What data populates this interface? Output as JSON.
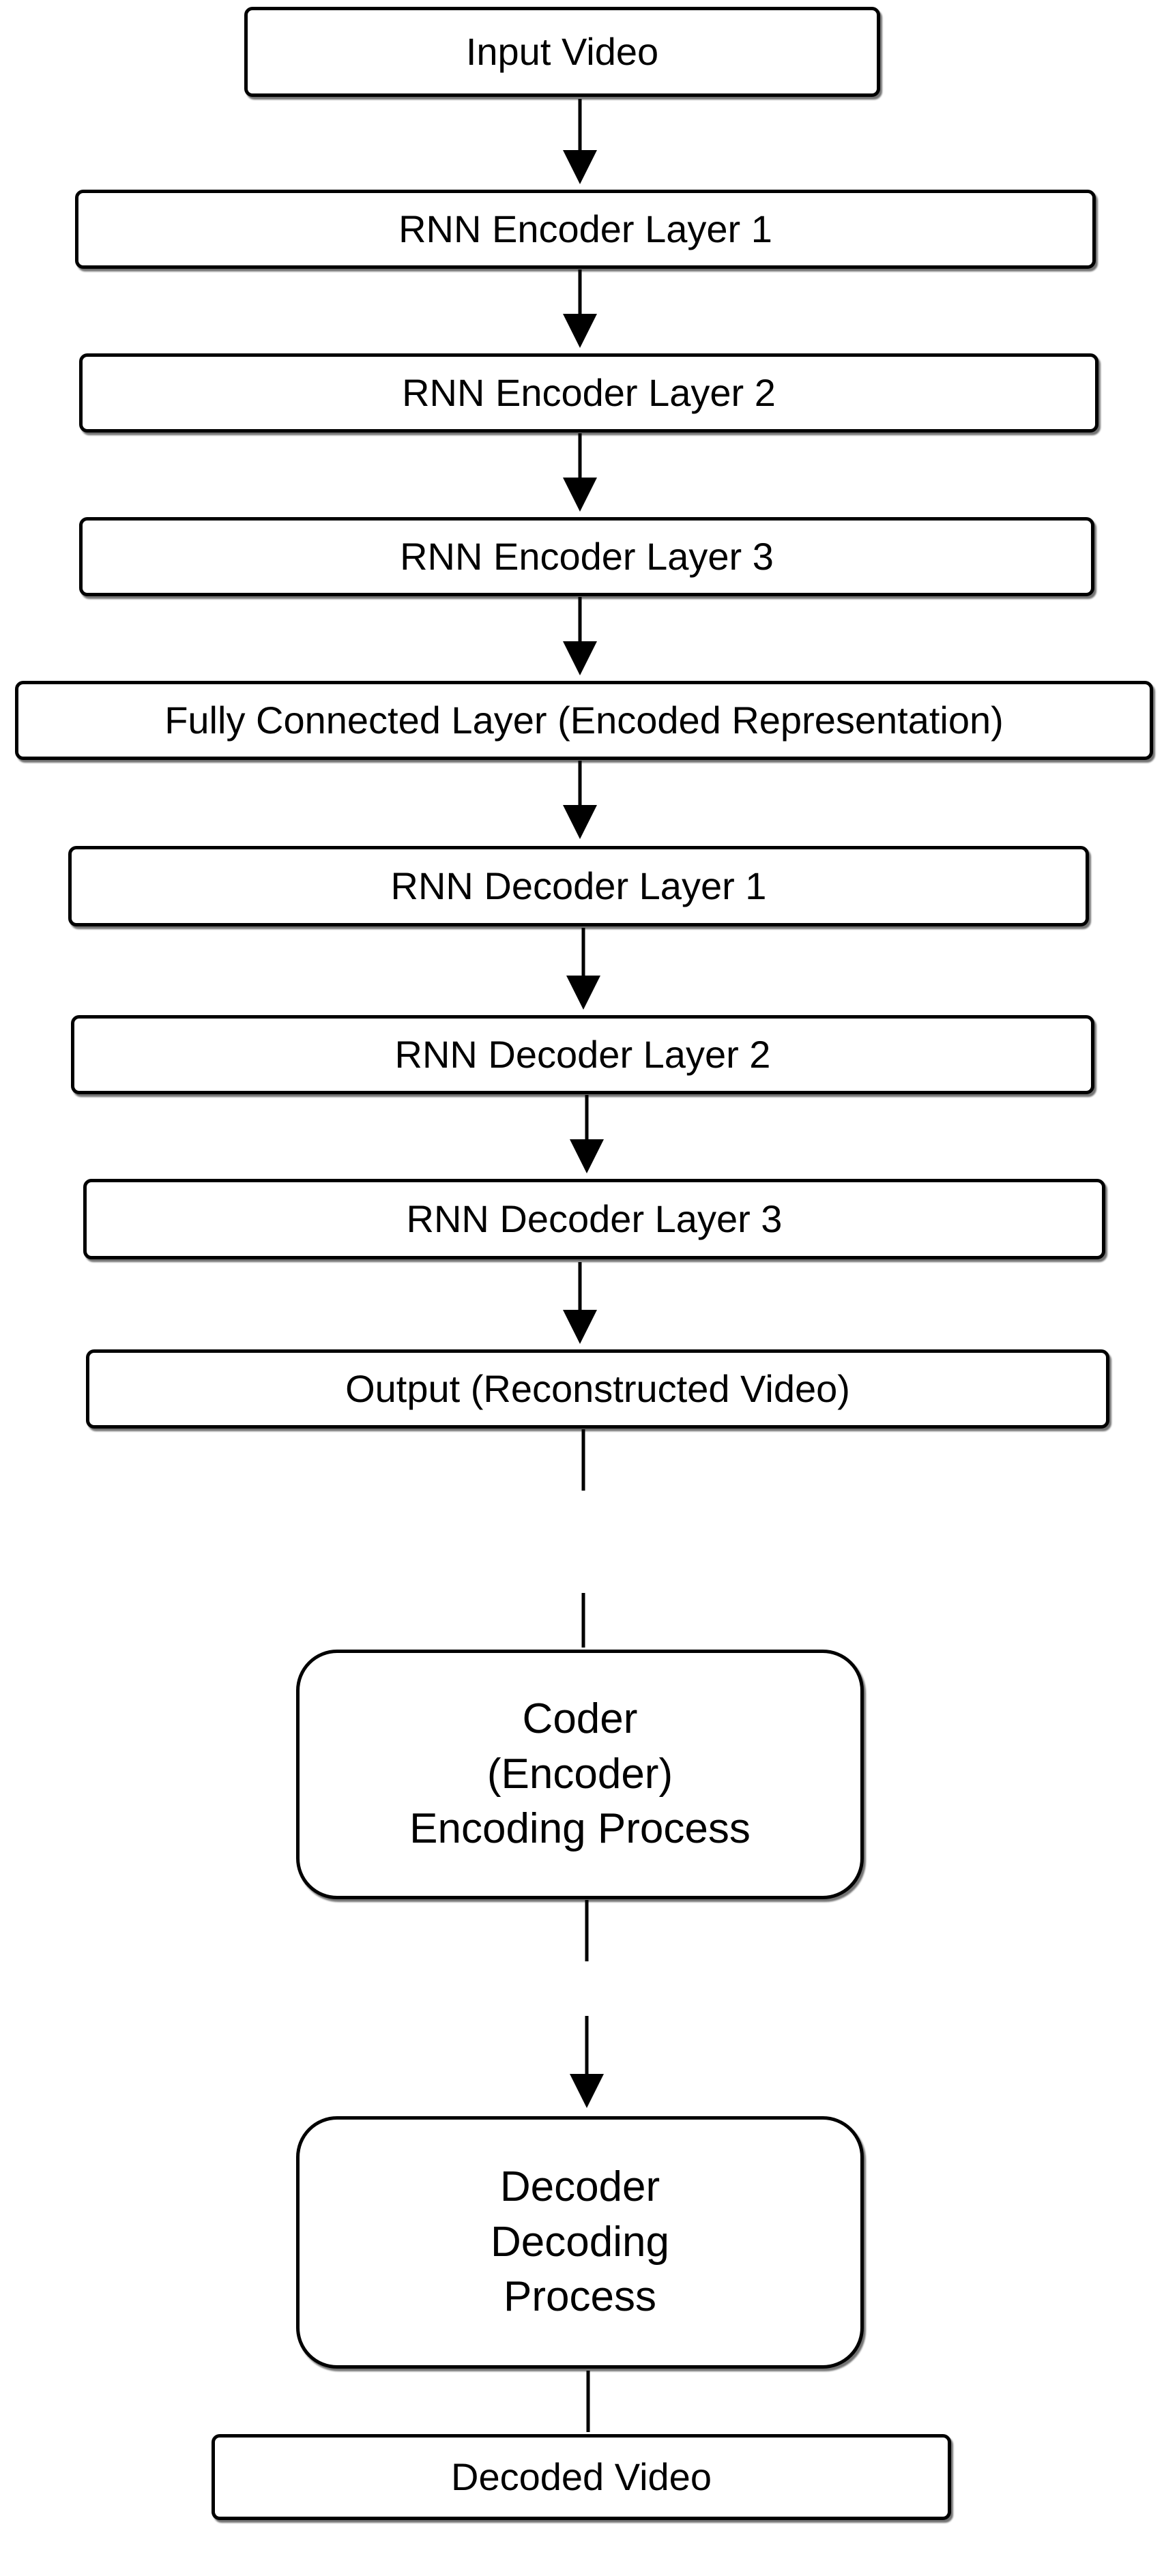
{
  "diagram": {
    "nodes": {
      "input_video": "Input Video",
      "enc1": "RNN Encoder Layer 1",
      "enc2": "RNN Encoder Layer 2",
      "enc3": "RNN Encoder Layer 3",
      "fc": "Fully Connected Layer (Encoded Representation)",
      "dec1": "RNN Decoder Layer 1",
      "dec2": "RNN Decoder Layer 2",
      "dec3": "RNN Decoder Layer 3",
      "output": "Output (Reconstructed Video)",
      "coder_line1": "Coder",
      "coder_line2": "(Encoder)",
      "coder_line3": "Encoding Process",
      "decoder_line1": "Decoder",
      "decoder_line2": "Decoding",
      "decoder_line3": "Process",
      "decoded_video": "Decoded Video"
    },
    "edges": [
      {
        "from": "Input Video",
        "to": "RNN Encoder Layer 1",
        "style": "solid-arrow"
      },
      {
        "from": "RNN Encoder Layer 1",
        "to": "RNN Encoder Layer 2",
        "style": "solid-arrow"
      },
      {
        "from": "RNN Encoder Layer 2",
        "to": "RNN Encoder Layer 3",
        "style": "solid-arrow"
      },
      {
        "from": "RNN Encoder Layer 3",
        "to": "Fully Connected Layer (Encoded Representation)",
        "style": "solid-arrow"
      },
      {
        "from": "Fully Connected Layer (Encoded Representation)",
        "to": "RNN Decoder Layer 1",
        "style": "solid-arrow"
      },
      {
        "from": "RNN Decoder Layer 1",
        "to": "RNN Decoder Layer 2",
        "style": "solid-arrow"
      },
      {
        "from": "RNN Decoder Layer 2",
        "to": "RNN Decoder Layer 3",
        "style": "solid-arrow"
      },
      {
        "from": "RNN Decoder Layer 3",
        "to": "Output (Reconstructed Video)",
        "style": "solid-arrow"
      },
      {
        "from": "Output (Reconstructed Video)",
        "to": "Coder (Encoder) Encoding Process",
        "style": "dashed-line"
      },
      {
        "from": "Coder (Encoder) Encoding Process",
        "to": "Decoder Decoding Process",
        "style": "dashed-arrow"
      },
      {
        "from": "Decoder Decoding Process",
        "to": "Decoded Video",
        "style": "dashed-line"
      }
    ]
  }
}
